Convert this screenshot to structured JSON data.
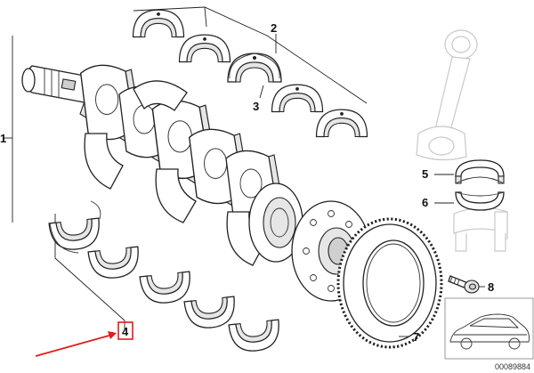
{
  "callouts": {
    "c1": "1",
    "c2": "2",
    "c3": "3",
    "c4": "4",
    "c5": "5",
    "c6": "6",
    "c7": "7",
    "c8": "8"
  },
  "highlight": {
    "box_color": "#e31b1b",
    "arrow_color": "#e31b1b"
  },
  "image_code": "00089884"
}
